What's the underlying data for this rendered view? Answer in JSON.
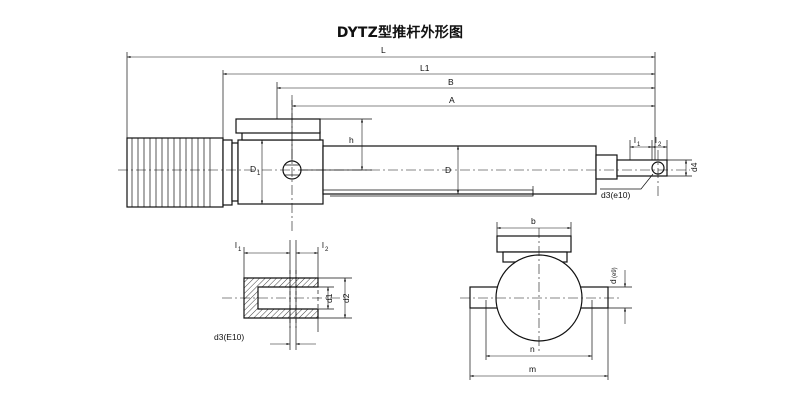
{
  "title": "DYTZ型推杆外形图",
  "labels": {
    "L": "L",
    "L1": "L1",
    "B": "B",
    "A": "A",
    "h": "h",
    "D": "D",
    "D1": "D",
    "l1": "l",
    "l2": "l",
    "d4": "d4",
    "d3_e10": "d3(e10)",
    "b": "b",
    "d_e9": "d",
    "n": "n",
    "m": "m",
    "d1": "d1",
    "d2": "d2",
    "d3_E10": "d3(E10)"
  }
}
